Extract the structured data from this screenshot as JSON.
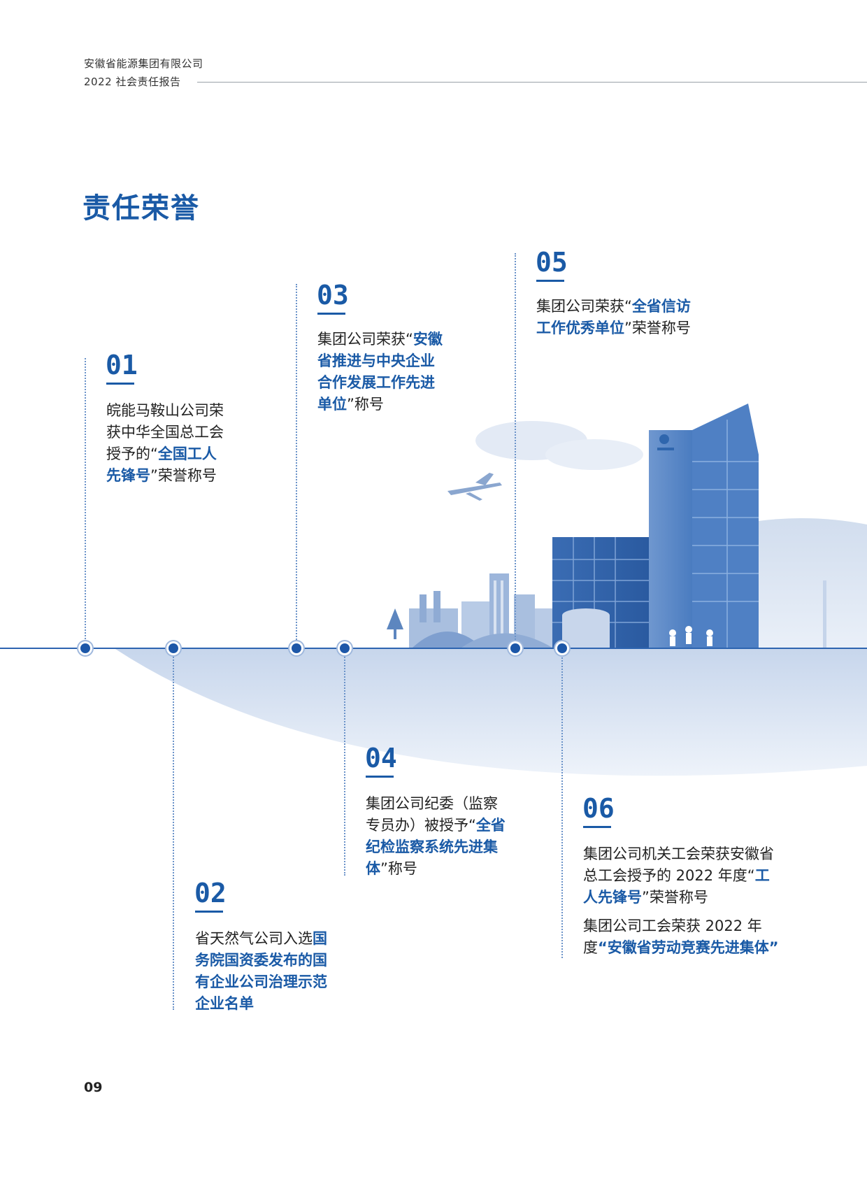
{
  "header": {
    "company": "安徽省能源集团有限公司",
    "report": "2022 社会责任报告"
  },
  "page_title": "责任荣誉",
  "honors": [
    {
      "number": "01",
      "text_before": "皖能马鞍山公司荣获中华全国总工会授予的“",
      "highlight": "全国工人先锋号",
      "text_after": "”荣誉称号"
    },
    {
      "number": "02",
      "text_before": "省天然气公司入选",
      "highlight": "国务院国资委发布的国有企业公司治理示范企业名单",
      "text_after": ""
    },
    {
      "number": "03",
      "text_before": "集团公司荣获“",
      "highlight": "安徽省推进与中央企业合作发展工作先进单位",
      "text_after": "”称号"
    },
    {
      "number": "04",
      "text_before": "集团公司纪委（监察专员办）被授予“",
      "highlight": "全省纪检监察系统先进集体",
      "text_after": "”称号"
    },
    {
      "number": "05",
      "text_before": "集团公司荣获“",
      "highlight": "全省信访工作优秀单位",
      "text_after": "”荣誉称号"
    },
    {
      "number": "06",
      "paragraphs": [
        {
          "text_before": "集团公司机关工会荣获安徽省总工会授予的 2022 年度“",
          "highlight": "工人先锋号",
          "text_after": "”荣誉称号"
        },
        {
          "text_before": "集团公司工会荣获 2022 年度",
          "highlight": "“安徽省劳动竞赛先进集体”",
          "text_after": ""
        }
      ]
    }
  ],
  "page_number": "09",
  "colors": {
    "accent": "#1a5aa6",
    "timeline": "#2d64b0",
    "dot": "#1d57a8",
    "illustration_light": "#dce6f3",
    "illustration_dark": "#2f66ad"
  }
}
